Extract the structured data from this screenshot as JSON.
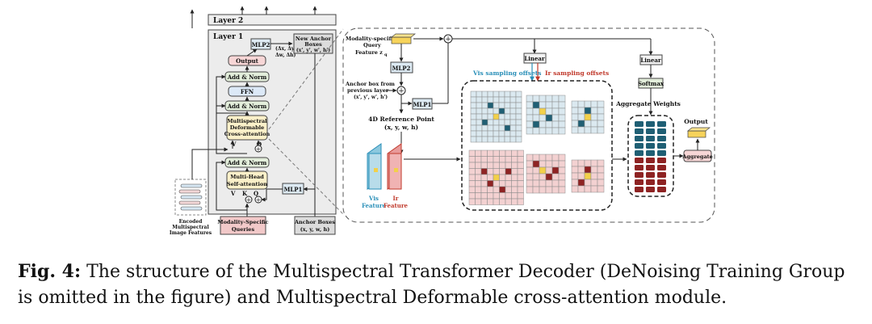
{
  "figure": {
    "layer2": "Layer 2",
    "layer1": "Layer 1",
    "mlp2_left": "MLP2",
    "delta": [
      "(Δx, Δy,",
      "Δw, Δh)"
    ],
    "new_anchor": [
      "New Anchor",
      "Boxes",
      "(x', y', w', h')"
    ],
    "output_box": "Output",
    "add_norm": "Add & Norm",
    "ffn": "FFN",
    "msdca": [
      "Multispectral",
      "Deformable",
      "Cross-attention"
    ],
    "mhsa": [
      "Multi-Head",
      "Self-attention"
    ],
    "v": "V",
    "q": "Q",
    "k": "K",
    "mlp1_left": "MLP1",
    "encoded": [
      "Encoded",
      "Multispectral",
      "Image Features"
    ],
    "msq": [
      "Modality-Specific",
      "Queries"
    ],
    "anchor_boxes": [
      "Anchor Boxes",
      "(x, y, w, h)"
    ],
    "msq_feature": [
      "Modality-specific",
      "Query",
      "Feature z",
      "q"
    ],
    "mlp2_right": "MLP2",
    "linear": "Linear",
    "linear2": "Linear",
    "vis_offsets": "Vis sampling offsets",
    "ir_offsets": "Ir sampling offsets",
    "anchor_prev": [
      "Anchor box from",
      "previous layer",
      "(x', y', w', h')"
    ],
    "mlp1_right": "MLP1",
    "ref_point": [
      "4D Reference Point",
      "(x, y, w, h)"
    ],
    "vis_feature": [
      "Vis",
      "Feature"
    ],
    "ir_feature": [
      "Ir",
      "Feature"
    ],
    "softmax": "Softmax",
    "agg_weights": "Aggregate  Weights",
    "output_right": "Output",
    "aggregate": "Aggregate"
  },
  "colors": {
    "vis": "#2a8fb8",
    "ir": "#c0392b",
    "output_fill": "#f7d6d6",
    "addnorm_fill": "#e3eedb",
    "ffn_fill": "#dce9f7",
    "attn_fill": "#fbf0c9",
    "mlp_fill": "#ddeaf3",
    "query_fill": "#f2c9c9",
    "vis_cell": "#dbe9f0",
    "ir_cell": "#f3d1d1",
    "teal_block": "#1f5f74",
    "red_block": "#8e2323"
  },
  "caption": {
    "label": "Fig. 4:",
    "text": "The structure of the Multispectral Transformer Decoder (DeNoising Training Group is omitted in the figure) and Multispectral Deformable cross-attention module."
  }
}
